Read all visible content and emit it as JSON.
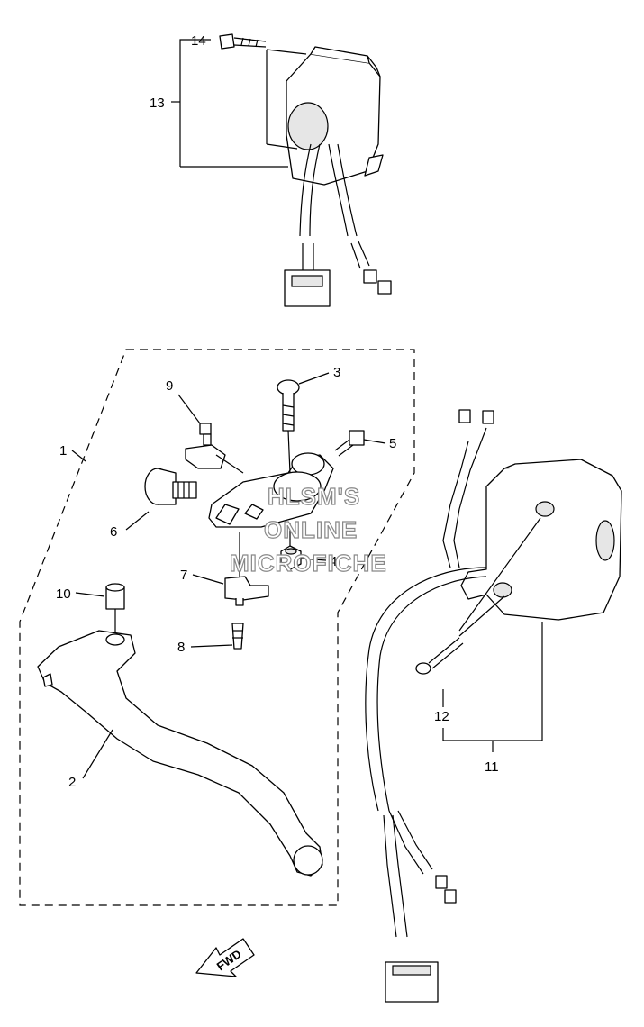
{
  "callouts": {
    "c1": "1",
    "c2": "2",
    "c3": "3",
    "c4": "4",
    "c5": "5",
    "c6": "6",
    "c7": "7",
    "c8": "8",
    "c9": "9",
    "c10": "10",
    "c11": "11",
    "c12": "12",
    "c13": "13",
    "c14": "14"
  },
  "watermark": {
    "line1": "HLSM'S",
    "line2": "ONLINE",
    "line3": "MICROFICHE"
  },
  "direction_label": "FWD"
}
